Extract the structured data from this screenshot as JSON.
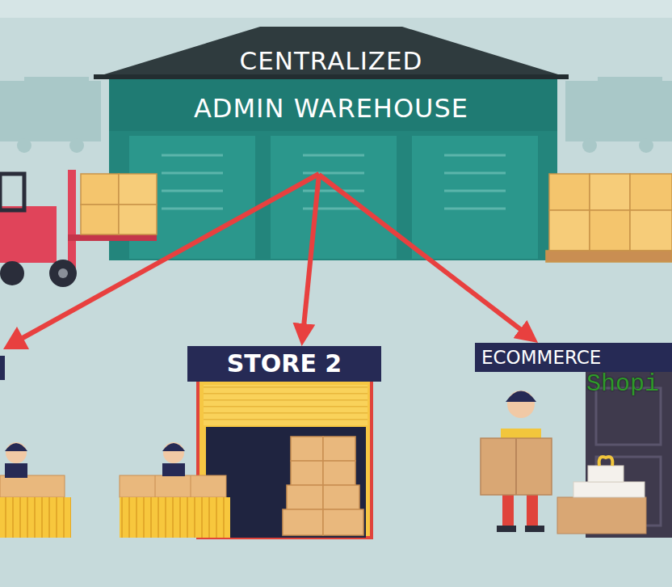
{
  "diagram": {
    "nodes": [
      {
        "text": [
          "CENTRALIZED",
          "ADMIN WAREHOUSE"
        ]
      },
      {
        "text": [
          "STORE 2"
        ]
      },
      {
        "text": [
          "ECOMMERCE"
        ]
      }
    ],
    "edges": [
      {
        "from": 0,
        "to": 1,
        "arrow": "to"
      },
      {
        "from": 0,
        "to": 2,
        "arrow": "to"
      }
    ],
    "labels": [
      "Shopi"
    ]
  }
}
